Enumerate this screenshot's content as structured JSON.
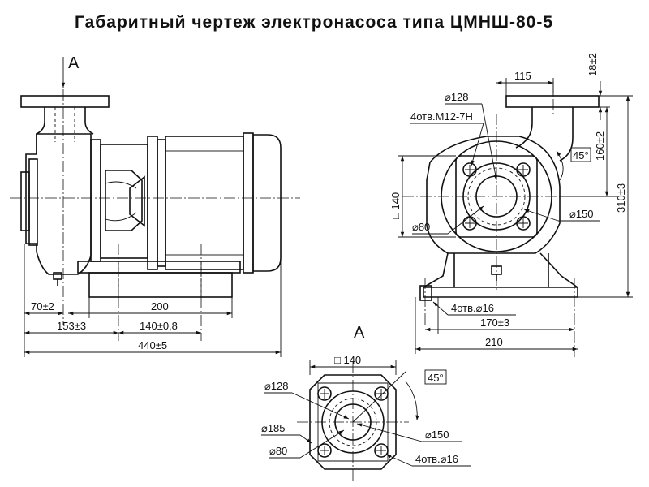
{
  "title": "Габаритный чертеж электронасоса типа ЦМНШ-80-5",
  "view_a_marker": "А",
  "view_a_title": "А",
  "side_view": {
    "dim_70": "70±2",
    "dim_200": "200",
    "dim_153": "153±3",
    "dim_140_08": "140±0,8",
    "dim_440": "440±5"
  },
  "front_view": {
    "dim_115": "115",
    "dim_18": "18±2",
    "dim_160": "160±2",
    "dim_310": "310±3",
    "dim_d128": "⌀128",
    "dim_4holes_m12": "4отв.М12-7Н",
    "dim_45": "45°",
    "dim_sq140": "□ 140",
    "dim_d80": "⌀80",
    "dim_d150": "⌀150",
    "dim_4holes_d16": "4отв.⌀16",
    "dim_170": "170±3",
    "dim_210": "210"
  },
  "flange_view": {
    "dim_sq140": "□ 140",
    "dim_45": "45°",
    "dim_d128": "⌀128",
    "dim_d185": "⌀185",
    "dim_d150": "⌀150",
    "dim_d80": "⌀80",
    "dim_4holes_d16": "4отв.⌀16"
  }
}
